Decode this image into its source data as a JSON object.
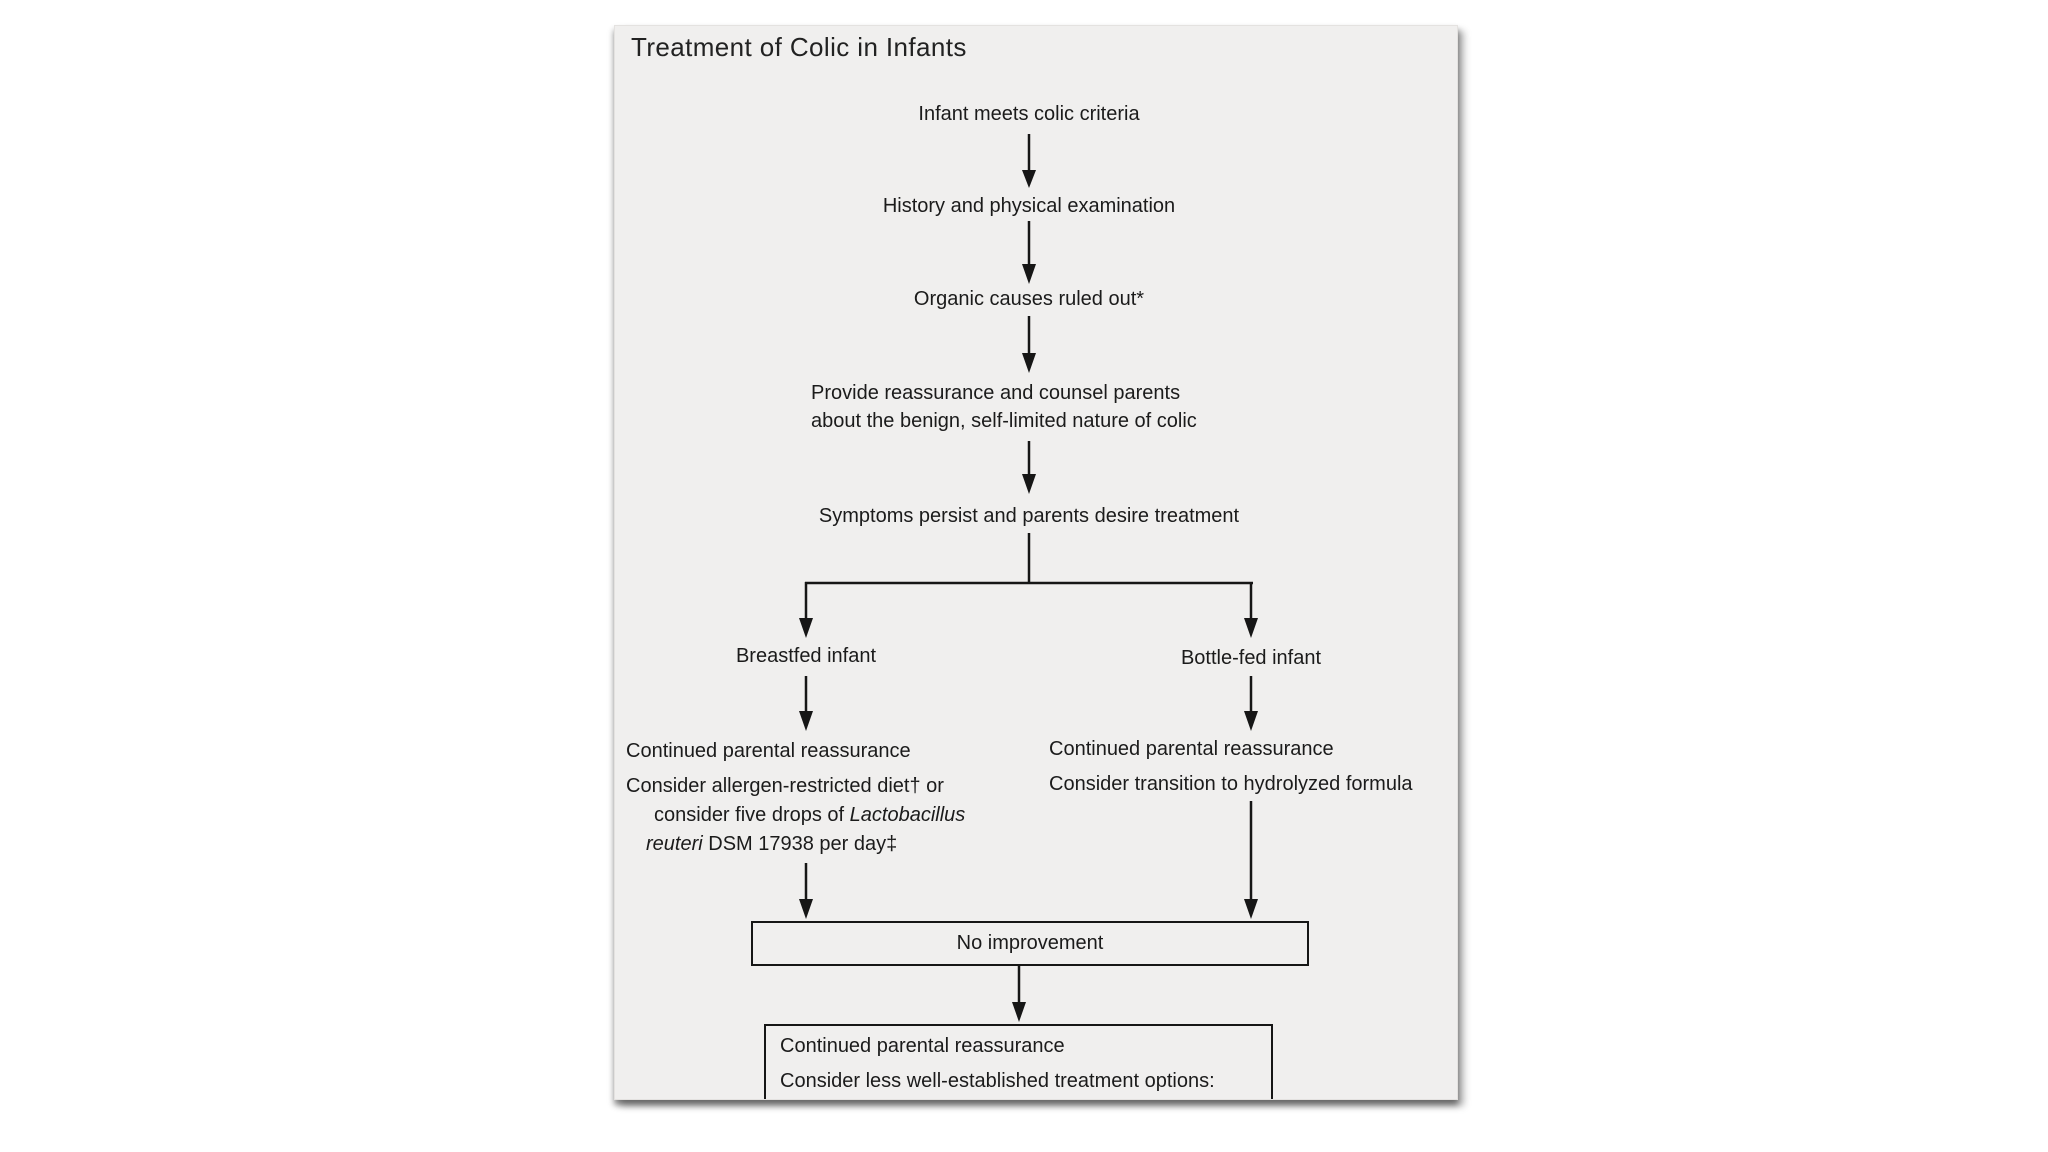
{
  "colors": {
    "panel_bg": "#f0efee",
    "line": "#161616",
    "text": "#1b1b1b"
  },
  "title": "Treatment of Colic in Infants",
  "flow": {
    "step1": "Infant meets colic criteria",
    "step2": "History and physical examination",
    "step3": "Organic causes ruled out*",
    "step4_line1": "Provide reassurance and counsel parents",
    "step4_line2": "about the benign, self-limited nature of colic",
    "step5": "Symptoms persist and parents desire treatment",
    "breastfed": {
      "label": "Breastfed infant",
      "reassurance": "Continued parental reassurance",
      "option_line1": "Consider allergen-restricted diet† or",
      "option_line2_pre": "consider five drops of ",
      "option_line2_italic": "Lactobacillus",
      "option_line3_italic": "reuteri",
      "option_line3_post": " DSM 17938 per day‡"
    },
    "bottlefed": {
      "label": "Bottle-fed infant",
      "reassurance": "Continued parental reassurance",
      "option": "Consider transition to hydrolyzed formula"
    },
    "no_improvement": "No improvement",
    "final_box": {
      "line1": "Continued parental reassurance",
      "line2": "Consider less well-established treatment options:"
    }
  }
}
